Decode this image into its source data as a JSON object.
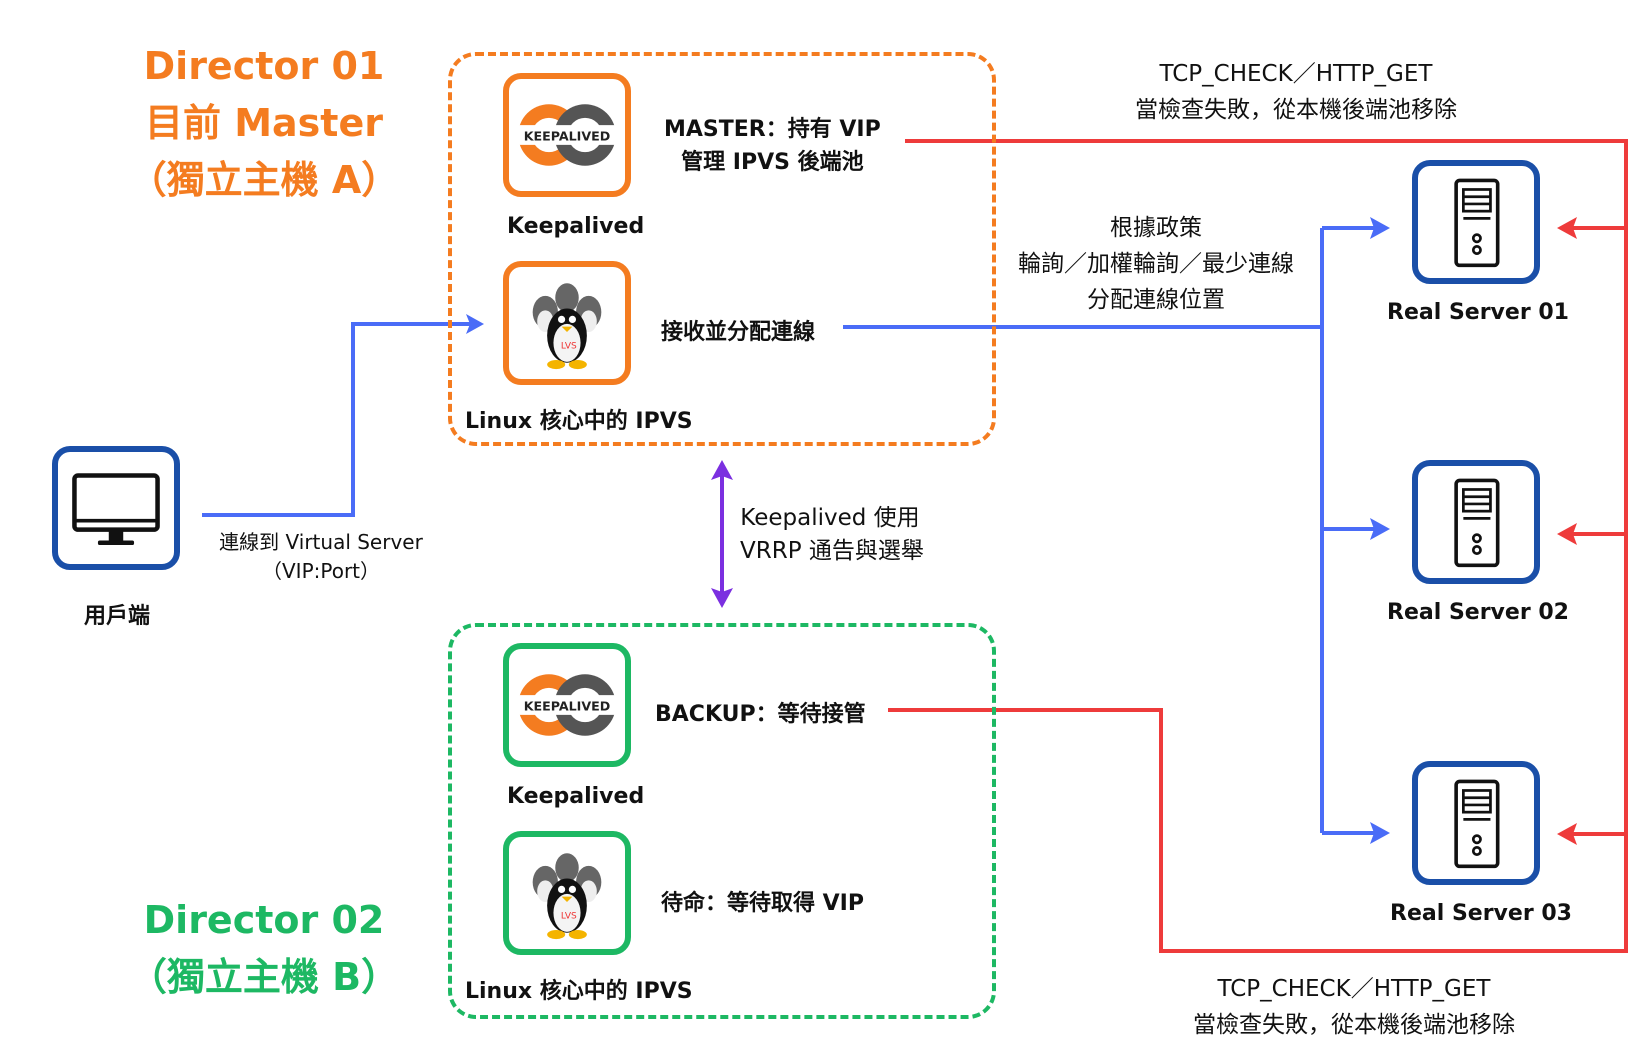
{
  "director01": {
    "title_line1": "Director 01",
    "title_line2": "目前  Master",
    "title_line3": "（獨立主機 A）",
    "keepalived_label": "Keepalived",
    "keepalived_role_line1": "MASTER：持有 VIP",
    "keepalived_role_line2": "管理  IPVS 後端池",
    "ipvs_label": "Linux 核心中的 IPVS",
    "ipvs_role": "接收並分配連線"
  },
  "director02": {
    "title_line1": "Director 02",
    "title_line2": "（獨立主機 B）",
    "keepalived_label": "Keepalived",
    "keepalived_role": "BACKUP：等待接管",
    "ipvs_label": "Linux 核心中的 IPVS",
    "ipvs_role": "待命：等待取得 VIP"
  },
  "client": {
    "label": "用戶端",
    "connect_line1": "連線到 Virtual Server",
    "connect_line2": "（VIP:Port）"
  },
  "vrrp": {
    "line1": "Keepalived 使用",
    "line2": "VRRP 通告與選舉"
  },
  "scheduling": {
    "line1": "根據政策",
    "line2": "輪詢／加權輪詢／最少連線",
    "line3": "分配連線位置"
  },
  "health_check_top": {
    "line1": "TCP_CHECK／HTTP_GET",
    "line2": "當檢查失敗，從本機後端池移除"
  },
  "health_check_bottom": {
    "line1": "TCP_CHECK／HTTP_GET",
    "line2": "當檢查失敗，從本機後端池移除"
  },
  "servers": [
    {
      "label": "Real Server 01"
    },
    {
      "label": "Real Server 02"
    },
    {
      "label": "Real Server 03"
    }
  ],
  "logo_text": "KEEPALIVED",
  "penguin_badge": "LVS",
  "colors": {
    "master": "#f47c20",
    "backup": "#1db863",
    "traffic": "#4a6cf7",
    "health_check": "#ee3b3b",
    "vrrp": "#7b2fe0",
    "server_border": "#1a4fa8"
  },
  "icons": {
    "keepalived": "keepalived-logo-icon",
    "ipvs": "linux-penguins-icon",
    "client": "monitor-icon",
    "server": "server-tower-icon"
  }
}
